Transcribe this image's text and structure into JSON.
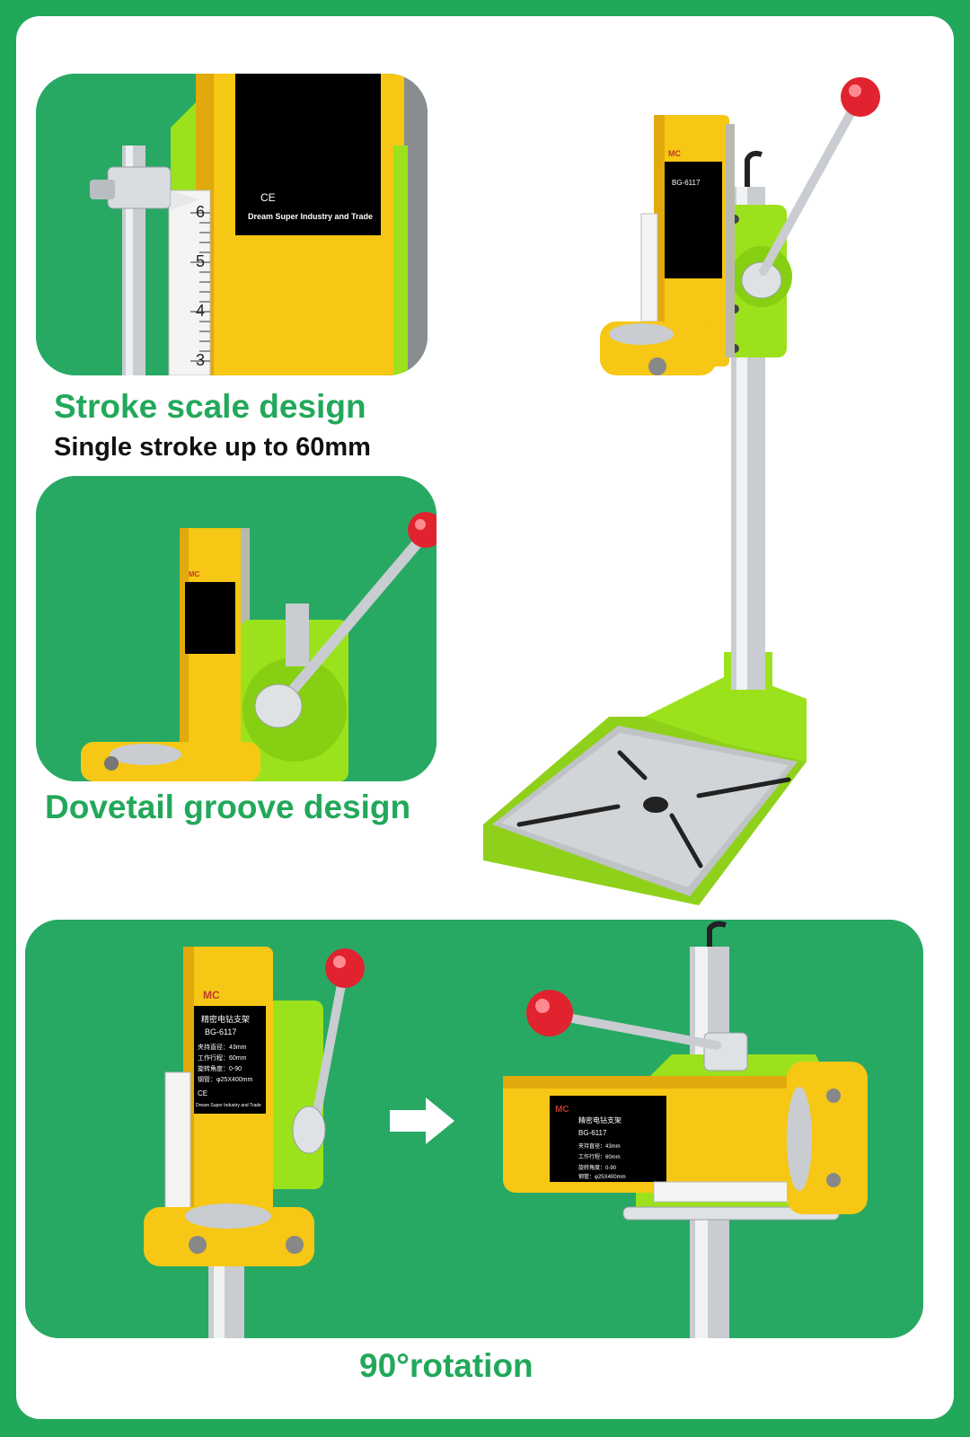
{
  "captions": {
    "stroke_title": "Stroke scale design",
    "stroke_subtitle": "Single stroke up to 60mm",
    "dovetail_title": "Dovetail groove design",
    "rotation_title": "90°rotation"
  },
  "closeup_label": {
    "ce": "CE",
    "company": "Dream Super Industry and Trade"
  },
  "scale_marks": [
    "6",
    "5",
    "4",
    "3"
  ],
  "product_label": {
    "brand": "MC",
    "title": "精密电钻支架",
    "model": "BG-6117",
    "line1": "夹持直径：43mm",
    "line2": "工作行程：60mm",
    "line3": "旋转角度：0-90",
    "line4": "钢管：φ25X400mm",
    "ce": "CE",
    "company": "Dream Super Industry and Trade"
  },
  "colors": {
    "background_green": "#22a85a",
    "panel_green": "#27a964",
    "body_yellow": "#f6c714",
    "frame_lime": "#9be21c",
    "knob_red": "#e0232e",
    "steel": "#c9ccd0"
  },
  "icons": [
    "arrow-right-icon"
  ]
}
